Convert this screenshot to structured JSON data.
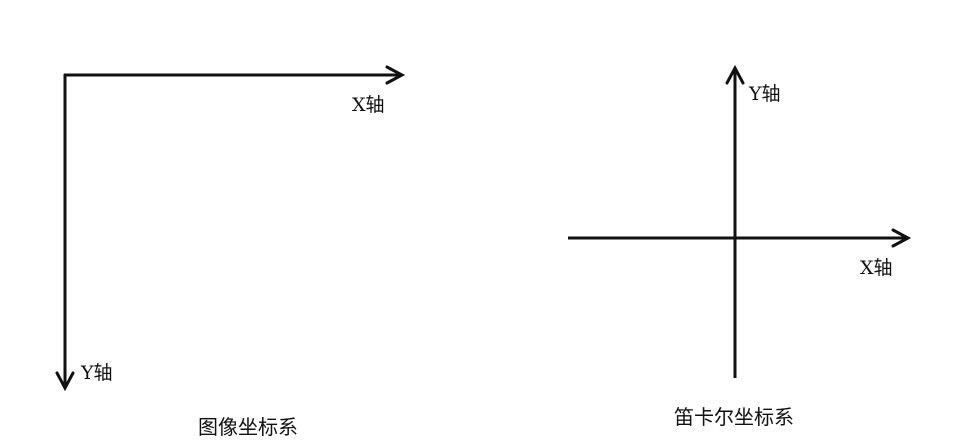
{
  "image_coords": {
    "x_label": "X轴",
    "y_label": "Y轴",
    "caption": "图像坐标系"
  },
  "cartesian_coords": {
    "x_label": "X轴",
    "y_label": "Y轴",
    "caption": "笛卡尔坐标系"
  },
  "colors": {
    "stroke": "#111111",
    "background": "#ffffff"
  }
}
